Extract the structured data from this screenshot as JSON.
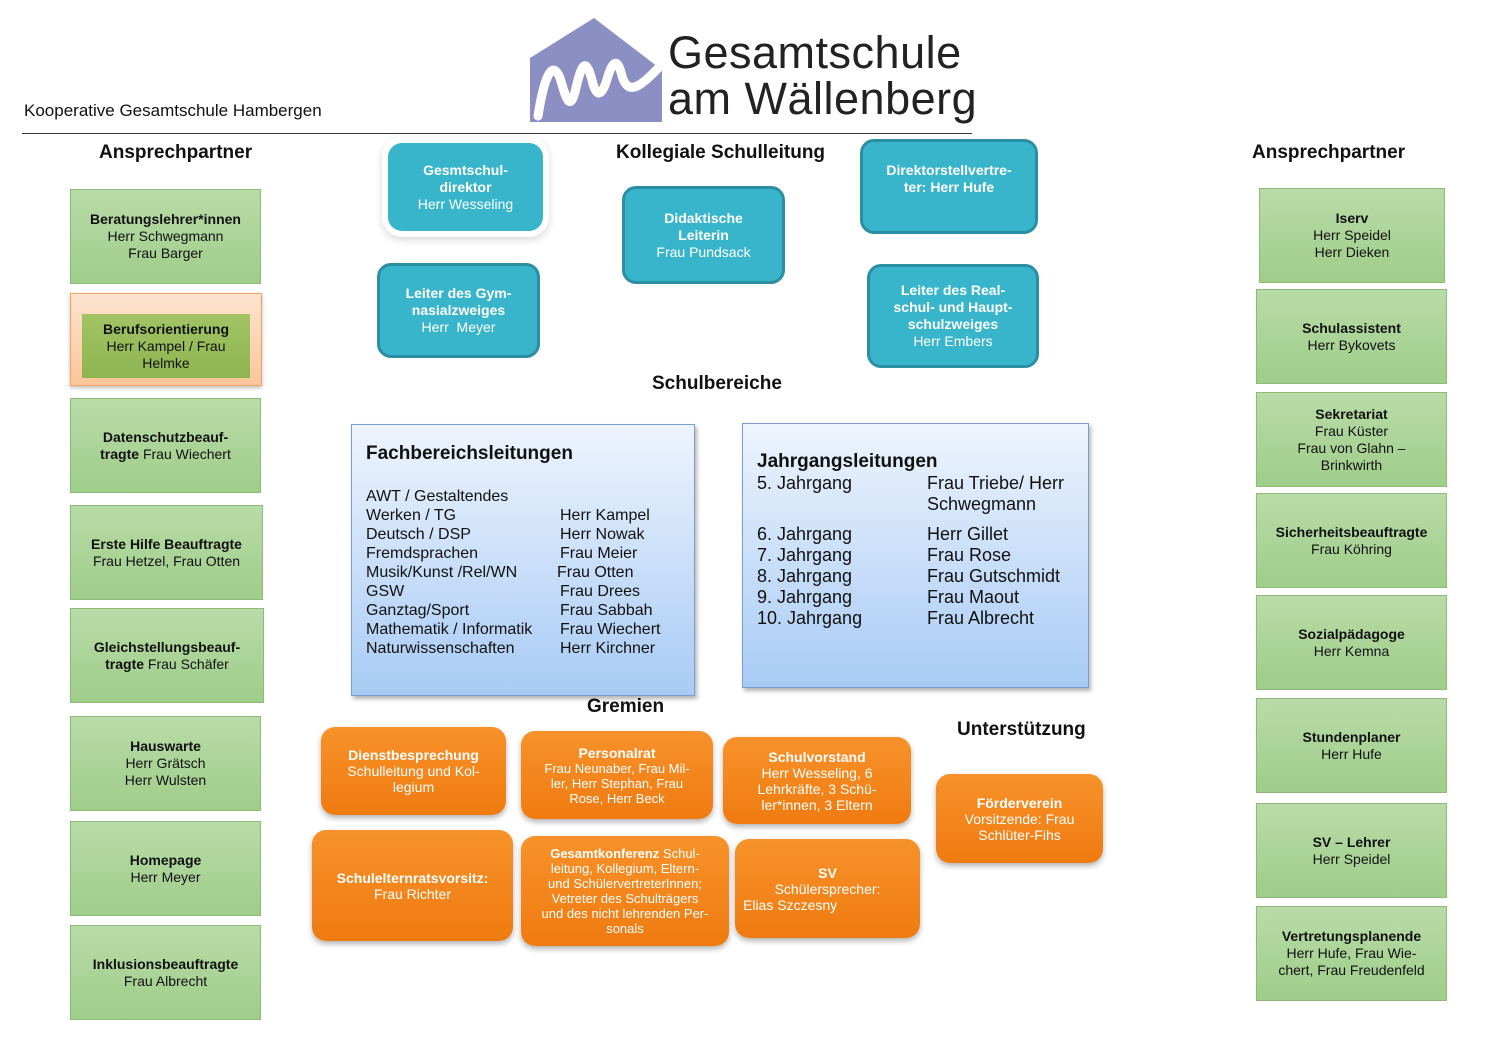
{
  "header": {
    "school_name": "Kooperative Gesamtschule Hambergen",
    "logo_line1": "Gesamtschule",
    "logo_line2": "am Wällenberg"
  },
  "headings": {
    "left_contacts": "Ansprechpartner",
    "right_contacts": "Ansprechpartner",
    "leadership": "Kollegiale Schulleitung",
    "school_areas": "Schulbereiche",
    "committees": "Gremien",
    "support": "Unterstützung"
  },
  "left_contacts": [
    {
      "title": "Beratungslehrer*innen",
      "names": [
        "Herr Schwegmann",
        "Frau Barger"
      ]
    },
    {
      "title": "Berufsorientierung",
      "names": [
        "Herr Kampel / Frau",
        "Helmke"
      ]
    },
    {
      "title": "Datenschutzbeauf-",
      "title2": "tragte",
      "names_inline": "Frau Wiechert"
    },
    {
      "title": "Erste Hilfe Beauftragte",
      "names": [
        "Frau Hetzel, Frau Otten"
      ]
    },
    {
      "title": "Gleichstellungsbeauf-",
      "title2": "tragte",
      "names_inline": "Frau Schäfer"
    },
    {
      "title": "Hauswarte",
      "names": [
        "Herr Grätsch",
        "Herr Wulsten"
      ]
    },
    {
      "title": "Homepage",
      "names": [
        "Herr Meyer"
      ]
    },
    {
      "title": "Inklusionsbeauftragte",
      "names": [
        "Frau Albrecht"
      ]
    }
  ],
  "right_contacts": [
    {
      "title": "Iserv",
      "names": [
        "Herr Speidel",
        "Herr Dieken"
      ]
    },
    {
      "title": "Schulassistent",
      "names": [
        "Herr Bykovets"
      ]
    },
    {
      "title": "Sekretariat",
      "names": [
        "Frau Küster",
        "Frau von Glahn –",
        "Brinkwirth"
      ]
    },
    {
      "title": "Sicherheitsbeauftragte",
      "names": [
        "Frau Köhring"
      ]
    },
    {
      "title": "Sozialpädagoge",
      "names": [
        "Herr Kemna"
      ]
    },
    {
      "title": "Stundenplaner",
      "names": [
        "Herr Hufe"
      ]
    },
    {
      "title": "SV – Lehrer",
      "names": [
        "Herr Speidel"
      ]
    },
    {
      "title": "Vertretungsplanende",
      "names": [
        "Herr Hufe, Frau Wie-",
        "chert, Frau Freudenfeld"
      ]
    }
  ],
  "leadership": {
    "director": {
      "title": [
        "Gesmtschul-",
        "direktor"
      ],
      "name": "Herr Wesseling"
    },
    "didactic": {
      "title": [
        "Didaktische",
        "Leiterin"
      ],
      "name": "Frau Pundsack"
    },
    "deputy": {
      "title": [
        "Direktorstellvertre-",
        "ter: Herr Hufe"
      ]
    },
    "gym": {
      "title": [
        "Leiter des Gym-",
        "nasialzweiges"
      ],
      "name": "Herr  Meyer"
    },
    "real": {
      "title": [
        "Leiter des Real-",
        "schul- und Haupt-",
        "schulzweiges"
      ],
      "name": "Herr Embers"
    }
  },
  "fachbereiche": {
    "title": "Fachbereichsleitungen",
    "rows": [
      {
        "subject": "AWT / Gestaltendes",
        "person": ""
      },
      {
        "subject": "Werken  / TG",
        "person": "Herr Kampel"
      },
      {
        "subject": "Deutsch / DSP",
        "person": "Herr Nowak"
      },
      {
        "subject": "Fremdsprachen",
        "person": "Frau Meier"
      },
      {
        "subject": "Musik/Kunst /Rel/WN",
        "person": "Frau Otten"
      },
      {
        "subject": "GSW",
        "person": "Frau Drees"
      },
      {
        "subject": "Ganztag/Sport",
        "person": "Frau Sabbah"
      },
      {
        "subject": "Mathematik / Informatik",
        "person": "Frau Wiechert"
      },
      {
        "subject": "Naturwissenschaften",
        "person": "Herr Kirchner"
      }
    ]
  },
  "jahrgaenge": {
    "title": "Jahrgangsleitungen",
    "rows": [
      {
        "grade": "5. Jahrgang",
        "person": "Frau Triebe/ Herr",
        "person2": "Schwegmann"
      },
      {
        "grade": "6. Jahrgang",
        "person": "Herr Gillet"
      },
      {
        "grade": "7. Jahrgang",
        "person": "Frau Rose"
      },
      {
        "grade": "8. Jahrgang",
        "person": "Frau Gutschmidt"
      },
      {
        "grade": "9. Jahrgang",
        "person": "Frau Maout"
      },
      {
        "grade": "10. Jahrgang",
        "person": "Frau Albrecht"
      }
    ]
  },
  "committees": {
    "dienst": {
      "title": "Dienstbesprechung",
      "lines": [
        "Schulleitung und Kol-",
        "legium"
      ]
    },
    "personalrat": {
      "title": "Personalrat",
      "lines": [
        "Frau  Neunaber, Frau Mil-",
        "ler, Herr Stephan, Frau",
        "Rose, Herr Beck"
      ]
    },
    "schulvorstand": {
      "title": "Schulvorstand",
      "lines": [
        "Herr Wesseling, 6",
        "Lehrkräfte, 3 Schü-",
        "ler*innen, 3 Eltern"
      ]
    },
    "seb": {
      "title": "Schulelternratsvorsitz:",
      "lines": [
        "Frau Richter"
      ]
    },
    "gesamtkonferenz": {
      "title": "Gesamtkonferenz",
      "title_tail": " Schul-",
      "lines": [
        "leitung, Kollegium, Eltern-",
        "und SchülervertreterInnen;",
        "Vetreter des Schulträgers",
        "und des nicht lehrenden Per-",
        "sonals"
      ]
    },
    "sv": {
      "title": "SV",
      "lines": [
        "Schülersprecher:",
        "Elias Szczesny"
      ]
    }
  },
  "support": {
    "foerderverein": {
      "title": "Förderverein",
      "lines": [
        "Vorsitzende: Frau",
        "Schlüter-Fihs"
      ]
    }
  },
  "colors": {
    "teal": "#39b5cb",
    "green": "#a9d293",
    "orange": "#f38a1d",
    "blue_box": "#a8cbf5",
    "logo": "#8c8fc3"
  }
}
